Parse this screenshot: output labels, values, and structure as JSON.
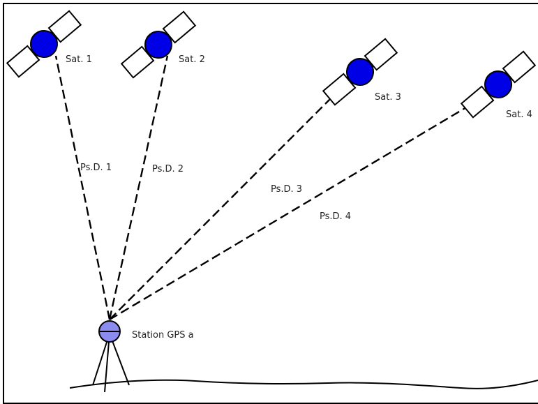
{
  "satellites": [
    {
      "label": "Sat. 1"
    },
    {
      "label": "Sat. 2"
    },
    {
      "label": "Sat. 3"
    },
    {
      "label": "Sat. 4"
    }
  ],
  "ranges": [
    {
      "label": "Ps.D. 1"
    },
    {
      "label": "Ps.D. 2"
    },
    {
      "label": "Ps.D. 3"
    },
    {
      "label": "Ps.D. 4"
    }
  ],
  "station": {
    "label": "Station GPS a"
  },
  "colors": {
    "satellite_body": "#0000e6",
    "station_body": "#8c8cf0",
    "line": "#000000"
  }
}
